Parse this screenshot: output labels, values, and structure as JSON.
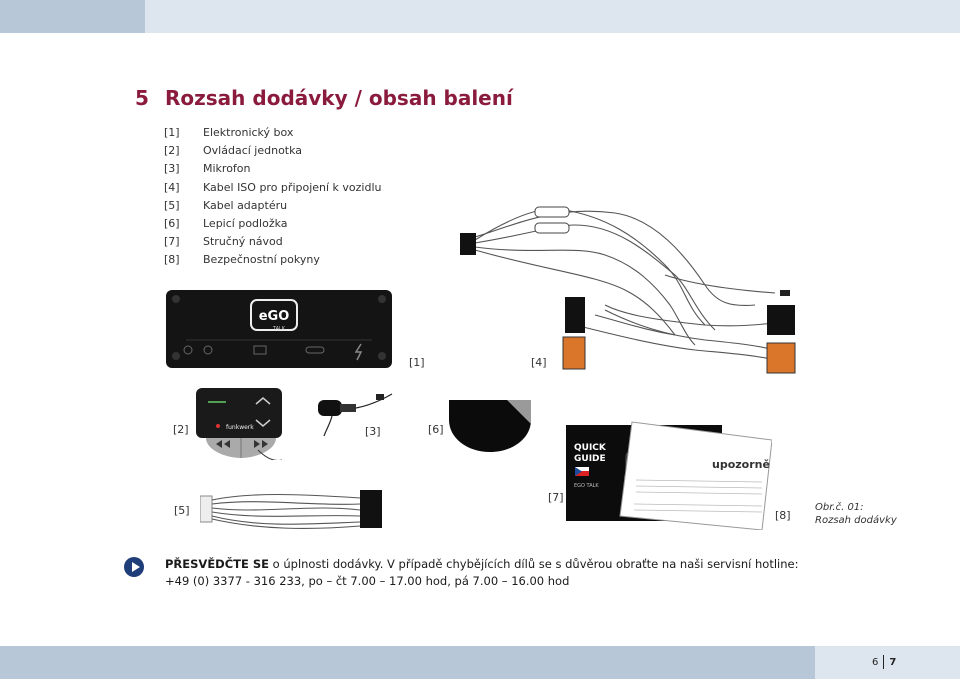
{
  "section": {
    "number": "5",
    "title": "Rozsah dodávky / obsah balení"
  },
  "contents": [
    {
      "idx": "[1]",
      "label": "Elektronický box"
    },
    {
      "idx": "[2]",
      "label": "Ovládací jednotka"
    },
    {
      "idx": "[3]",
      "label": "Mikrofon"
    },
    {
      "idx": "[4]",
      "label": "Kabel ISO pro připojení k vozidlu"
    },
    {
      "idx": "[5]",
      "label": "Kabel adaptéru"
    },
    {
      "idx": "[6]",
      "label": "Lepicí podložka"
    },
    {
      "idx": "[7]",
      "label": "Stručný návod"
    },
    {
      "idx": "[8]",
      "label": "Bezpečnostní pokyny"
    }
  ],
  "figure_labels": {
    "l1": "[1]",
    "l2": "[2]",
    "l3": "[3]",
    "l4": "[4]",
    "l5": "[5]",
    "l6": "[6]",
    "l7": "[7]",
    "l8": "[8]"
  },
  "box": {
    "logo": "eGO",
    "logo_sub": "TALK"
  },
  "control": {
    "brand": "funkwerk"
  },
  "quick_guide": {
    "line1": "QUICK",
    "line2": "GUIDE",
    "brand": "EGO TALK"
  },
  "safety": {
    "title": "upozorně"
  },
  "caption": {
    "line1": "Obr.č. 01:",
    "line2": "Rozsah dodávky"
  },
  "note": {
    "bold": "PŘESVĚDČTE SE",
    "text1": " o úplnosti dodávky. V případě chybějících dílů se s důvěrou obraťte na naši servisní hotline:",
    "text2": "+49 (0) 3377 - 316 233, po – čt 7.00 – 17.00 hod, pá 7.00 – 16.00 hod"
  },
  "page": {
    "left": "6",
    "right": "7"
  }
}
